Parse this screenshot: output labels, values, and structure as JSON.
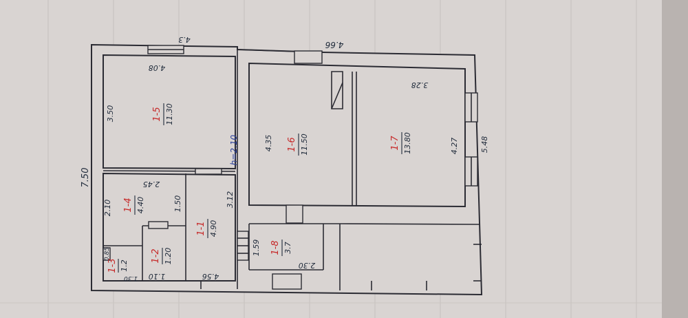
{
  "plan": {
    "rooms": [
      {
        "id": "1-5",
        "area": "11.30",
        "dims": [
          "4.08",
          "3.50"
        ]
      },
      {
        "id": "1-4",
        "area": "4.40",
        "dims": [
          "2.45",
          "2.10",
          "1.50"
        ]
      },
      {
        "id": "1-1",
        "area": "4.90",
        "dims": [
          "3.12"
        ]
      },
      {
        "id": "1-2",
        "area": "1.20",
        "dims": [
          "1.10"
        ]
      },
      {
        "id": "1-3",
        "area": "1.2",
        "dims": [
          "0.85",
          "1.30"
        ]
      },
      {
        "id": "1-6",
        "area": "11.50",
        "dims": [
          "4.35"
        ]
      },
      {
        "id": "1-7",
        "area": "13.80",
        "dims": [
          "3.28",
          "4.27"
        ]
      },
      {
        "id": "1-8",
        "area": "3.7",
        "dims": [
          "1.59",
          "2.30"
        ]
      }
    ],
    "overall": {
      "height_left": "7.50",
      "top_left": "4.3",
      "top_right": "4.66",
      "right": "5.48",
      "bottom_left": "4.56"
    },
    "ceiling_note": "h=2.10"
  },
  "colors": {
    "ink": "#1f2a3a",
    "room_id": "#c62828",
    "note_blue": "#2a3f9a",
    "paper": "#d9d4d2"
  }
}
